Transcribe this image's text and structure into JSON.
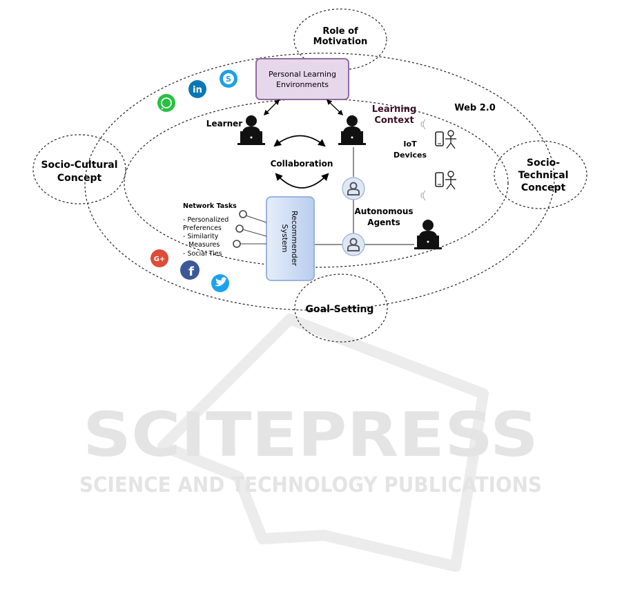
{
  "watermark": {
    "brand": "SCITEPRESS",
    "tagline": "SCIENCE AND TECHNOLOGY PUBLICATIONS"
  },
  "circles": {
    "motivation": [
      "Role of",
      "Motivation"
    ],
    "socio_cultural": [
      "Socio-Cultural",
      "Concept"
    ],
    "socio_technical": [
      "Socio-",
      "Technical",
      "Concept"
    ],
    "goal_setting": "Goal-Setting"
  },
  "ple": [
    "Personal Learning",
    "Environments"
  ],
  "learning_context": [
    "Learning",
    "Context"
  ],
  "web": "Web 2.0",
  "learner": "Learner",
  "collaboration": "Collaboration",
  "iot": [
    "IoT",
    "Devices"
  ],
  "agents": [
    "Autonomous",
    "Agents"
  ],
  "recommender": [
    "Recommender",
    "System"
  ],
  "network_tasks": {
    "title": "Network Tasks",
    "lines": [
      "- Personalized",
      "Preferences",
      "- Similarity",
      "Measures",
      "- Social Ties"
    ]
  },
  "social_icons": {
    "whatsapp": "whatsapp-icon",
    "linkedin": "in",
    "skype": "S",
    "google_plus": "G+",
    "facebook": "f",
    "twitter": "twitter-bird-icon"
  },
  "colors": {
    "ple_fill": "#e6d7ea",
    "ple_border": "#8f6c9c",
    "learning_context": "#3a0f22",
    "recommender_fill": "#c9daf2",
    "agent_fill": "#dde7f6",
    "whatsapp": "#28c142",
    "linkedin": "#0a77b5",
    "skype": "#1ba1e2",
    "google_plus": "#dd4b39",
    "facebook": "#3b5998",
    "twitter": "#1da1f2"
  }
}
